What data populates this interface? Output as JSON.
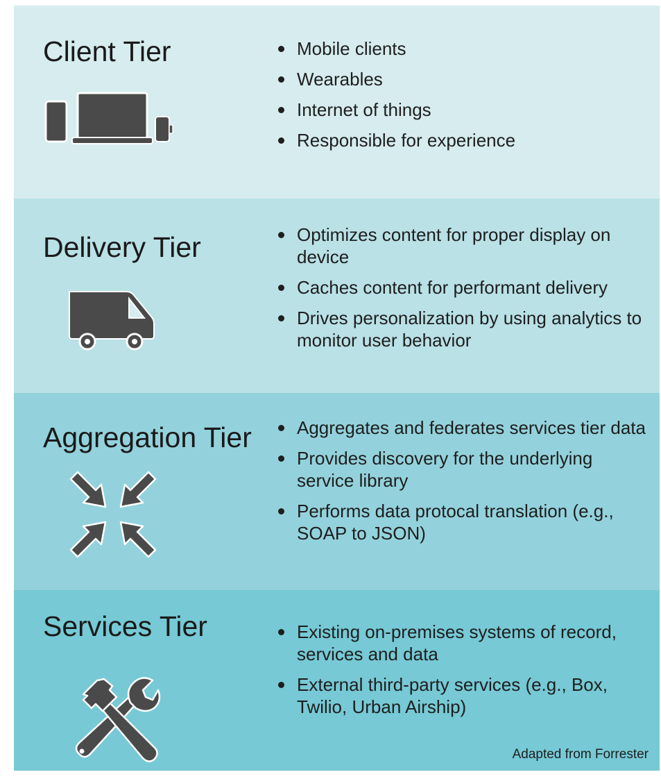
{
  "colors": {
    "client_bg": "#d6ecef",
    "delivery_bg": "#b9e1e6",
    "aggregation_bg": "#93d2dc",
    "services_bg": "#76c9d5",
    "icon_fill": "#4a4a4b"
  },
  "tiers": [
    {
      "title": "Client Tier",
      "icon": "devices-icon",
      "bullets": [
        "Mobile clients",
        "Wearables",
        "Internet of things",
        "Responsible for experience"
      ]
    },
    {
      "title": "Delivery Tier",
      "icon": "delivery-truck-icon",
      "bullets": [
        "Optimizes content for proper display on device",
        "Caches content for performant delivery",
        "Drives personalization by using analytics to monitor user behavior"
      ]
    },
    {
      "title": "Aggregation Tier",
      "icon": "arrows-converge-icon",
      "bullets": [
        "Aggregates and federates services tier data",
        "Provides discovery for the underlying service library",
        "Performs data protocal translation (e.g., SOAP to JSON)"
      ]
    },
    {
      "title": "Services Tier",
      "icon": "tools-icon",
      "bullets": [
        "Existing on-premises systems of record, services and data",
        "External third-party services (e.g., Box, Twilio, Urban Airship)"
      ]
    }
  ],
  "footer": "Adapted from Forrester"
}
